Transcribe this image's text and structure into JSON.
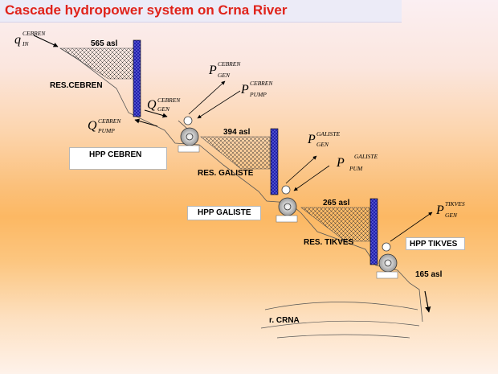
{
  "title": "Cascade hydropower system on Crna River",
  "elevations": {
    "cebren": "565 asl",
    "galiste": "394 asl",
    "tikves": "265 asl",
    "outlet": "165 asl"
  },
  "reservoirs": {
    "cebren": "RES.CEBREN",
    "galiste": "RES. GALISTE",
    "tikves": "RES. TIKVES"
  },
  "plants": {
    "cebren": "HPP CEBREN",
    "galiste": "HPP GALISTE",
    "tikves": "HPP TIKVES"
  },
  "river": "r. CRNA",
  "vars": {
    "q_in": {
      "main": "q",
      "sub": "IN",
      "sup": "CEBREN"
    },
    "p_gen_cebren": {
      "main": "P",
      "sub": "GEN",
      "sup": "CEBREN"
    },
    "p_pump_cebren": {
      "main": "P",
      "sub": "PUMP",
      "sup": "CEBREN"
    },
    "q_gen_cebren": {
      "main": "Q",
      "sub": "GEN",
      "sup": "CEBREN"
    },
    "q_pump_cebren": {
      "main": "Q",
      "sub": "PUMP",
      "sup": "CEBREN"
    },
    "p_gen_galiste": {
      "main": "P",
      "sub": "GEN",
      "sup": "GALISTE"
    },
    "p_pum_galiste": {
      "main": "P",
      "sub": "PUM",
      "sup": "GALISTE"
    },
    "p_gen_tikves": {
      "main": "P",
      "sub": "GEN",
      "sup": "TIKVES"
    }
  },
  "colors": {
    "title": "#e0231a",
    "dam": "#1c1ca8",
    "title_bar": "#ecebf7"
  }
}
